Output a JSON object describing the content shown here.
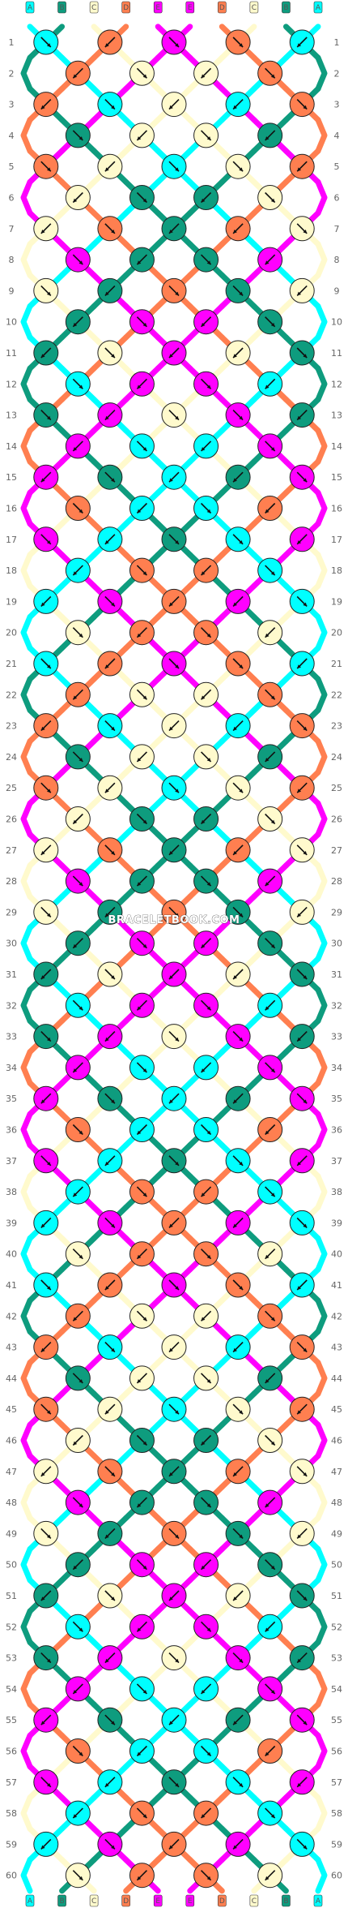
{
  "watermark": "BRACELETBOOK.COM",
  "colors": {
    "A": "#00ffff",
    "B": "#0e9c7e",
    "C": "#fffacd",
    "D": "#ff7f50",
    "E": "#ff00ff"
  },
  "strands": [
    "A",
    "B",
    "C",
    "D",
    "E",
    "E",
    "D",
    "C",
    "B",
    "A"
  ],
  "row_count": 60,
  "rows_labels": [
    "1",
    "2",
    "3",
    "4",
    "5",
    "6",
    "7",
    "8",
    "9",
    "10",
    "11",
    "12",
    "13",
    "14",
    "15",
    "16",
    "17",
    "18",
    "19",
    "20",
    "21",
    "22",
    "23",
    "24",
    "25",
    "26",
    "27",
    "28",
    "29",
    "30",
    "31",
    "32",
    "33",
    "34",
    "35",
    "36",
    "37",
    "38",
    "39",
    "40",
    "41",
    "42",
    "43",
    "44",
    "45",
    "46",
    "47",
    "48",
    "49",
    "50",
    "51",
    "52",
    "53",
    "54",
    "55",
    "56",
    "57",
    "58",
    "59",
    "60"
  ]
}
